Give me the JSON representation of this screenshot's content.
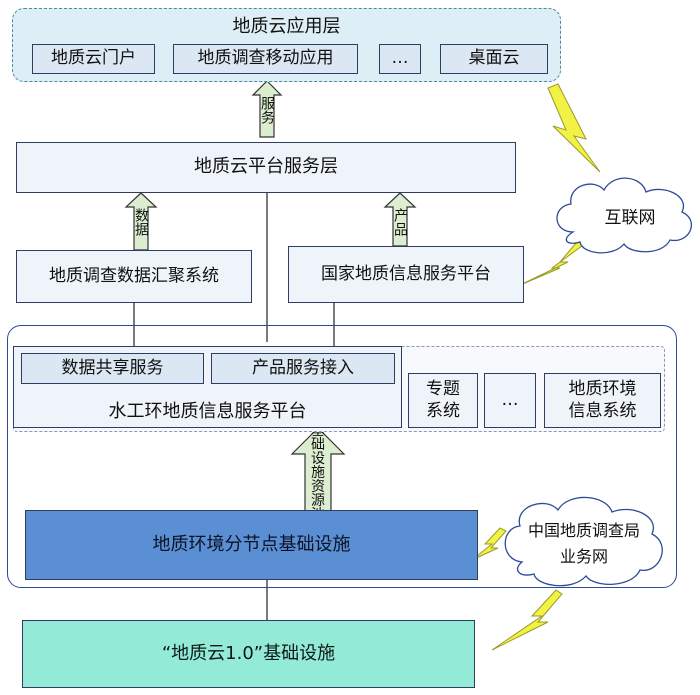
{
  "app_layer": {
    "title": "地质云应用层",
    "items": [
      "地质云门户",
      "地质调查移动应用",
      "…",
      "桌面云"
    ]
  },
  "platform_layer": {
    "title": "地质云平台服务层"
  },
  "arrows": {
    "service": "服务",
    "data": "数据",
    "product": "产品",
    "infra_pool": "基础设施资源池"
  },
  "systems": {
    "aggregation": "地质调查数据汇聚系统",
    "national": "国家地质信息服务平台"
  },
  "networks": {
    "internet": "互联网",
    "cgs": "中国地质调查局业务网"
  },
  "hydro_platform": {
    "title": "水工环地质信息服务平台",
    "services": [
      "数据共享服务",
      "产品服务接入"
    ],
    "side_items": [
      "专题系统",
      "…",
      "地质环境信息系统"
    ]
  },
  "sub_node": {
    "title": "地质环境分节点基础设施"
  },
  "base": {
    "title": "“地质云1.0”基础设施"
  },
  "colors": {
    "sub_node_fill": "#5b8fd4",
    "base_fill": "#93ead6",
    "arrow_fill": "#dcedd0",
    "lightning": "#f2f244"
  }
}
